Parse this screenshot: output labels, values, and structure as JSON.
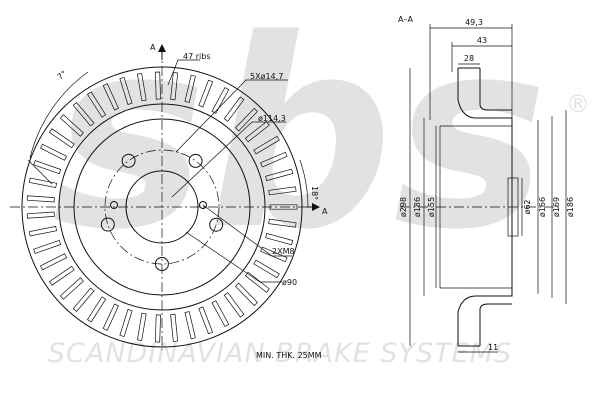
{
  "watermark": {
    "logo_text": "sbs",
    "registered_mark": "®",
    "company": "SCANDINAVIAN BRAKE SYSTEMS"
  },
  "front_view": {
    "ribs_label": "47 ribs",
    "rib_count": 47,
    "angle_outer": "7°",
    "angle_inner": "18°",
    "holes_label": "5Xø14,7",
    "bolt_circle": "ø114,3",
    "threads": "2XM8",
    "center_bore": "ø90",
    "section_mark_top": "A",
    "section_mark_right": "A",
    "min_thickness": "MIN. THK. 25MM"
  },
  "section_view": {
    "title": "A–A",
    "width_overall": "49,3",
    "width_hat": "43",
    "width_disc": "28",
    "width_bottom": "11",
    "diameters": {
      "d298": "ø298",
      "d186_left": "ø186",
      "d155": "ø155",
      "d62": "ø62",
      "d166": "ø166",
      "d169": "ø169",
      "d186_right": "ø186"
    }
  }
}
